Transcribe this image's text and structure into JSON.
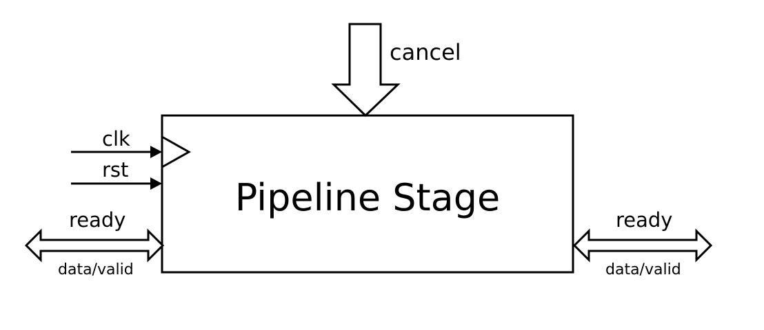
{
  "block": {
    "title": "Pipeline Stage"
  },
  "inputs": {
    "cancel": "cancel",
    "clk": "clk",
    "rst": "rst"
  },
  "left_port": {
    "top_label": "ready",
    "bottom_label": "data/valid"
  },
  "right_port": {
    "top_label": "ready",
    "bottom_label": "data/valid"
  },
  "colors": {
    "stroke": "#000000",
    "background": "#ffffff"
  }
}
